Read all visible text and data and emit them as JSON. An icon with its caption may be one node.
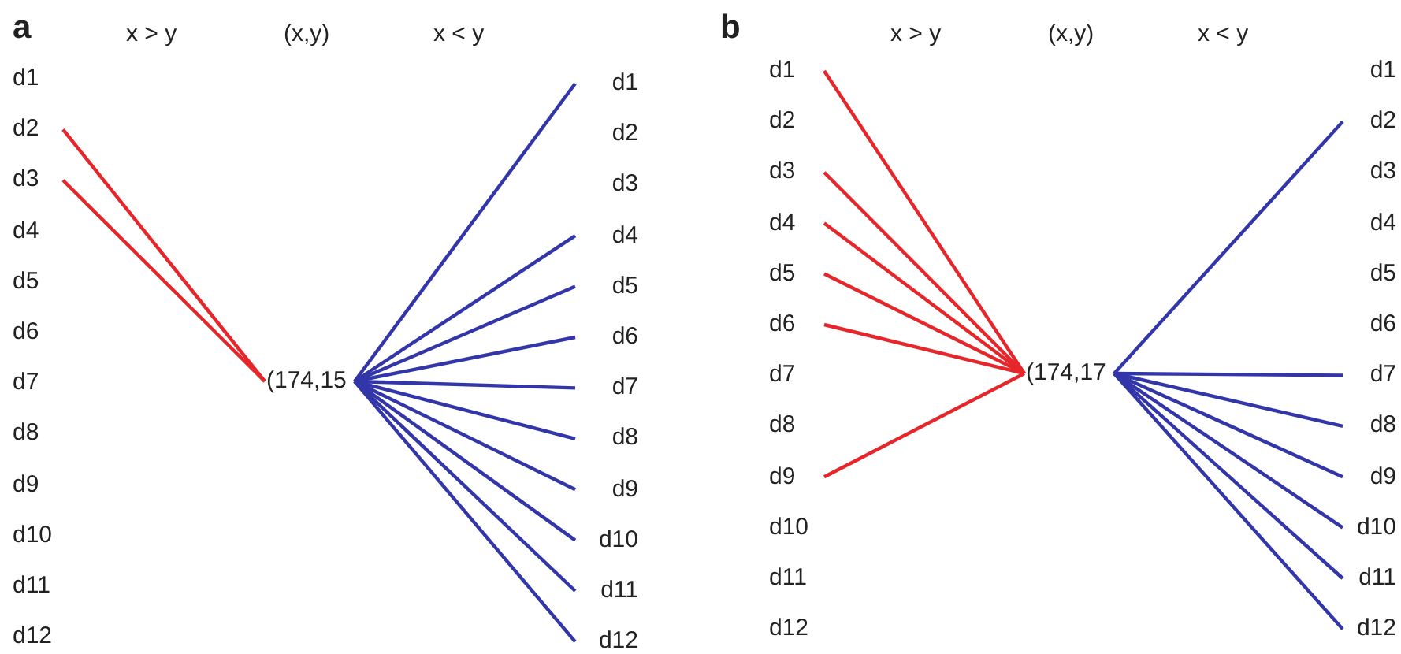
{
  "diagram": {
    "nodes": [
      {
        "text": [
          "d1"
        ]
      },
      {
        "text": [
          "d2"
        ]
      },
      {
        "text": [
          "d3"
        ]
      },
      {
        "text": [
          "d4"
        ]
      },
      {
        "text": [
          "d5"
        ]
      },
      {
        "text": [
          "d6"
        ]
      },
      {
        "text": [
          "d7"
        ]
      },
      {
        "text": [
          "d8"
        ]
      },
      {
        "text": [
          "d9"
        ]
      },
      {
        "text": [
          "d10"
        ]
      },
      {
        "text": [
          "d11"
        ]
      },
      {
        "text": [
          "d12"
        ]
      },
      {
        "text": [
          "(174,15"
        ]
      },
      {
        "text": [
          "d1"
        ]
      },
      {
        "text": [
          "d2"
        ]
      },
      {
        "text": [
          "d3"
        ]
      },
      {
        "text": [
          "d4"
        ]
      },
      {
        "text": [
          "d5"
        ]
      },
      {
        "text": [
          "d6"
        ]
      },
      {
        "text": [
          "d7"
        ]
      },
      {
        "text": [
          "d8"
        ]
      },
      {
        "text": [
          "d9"
        ]
      },
      {
        "text": [
          "d10"
        ]
      },
      {
        "text": [
          "d11"
        ]
      },
      {
        "text": [
          "d12"
        ]
      },
      {
        "text": [
          "d1"
        ]
      },
      {
        "text": [
          "d2"
        ]
      },
      {
        "text": [
          "d3"
        ]
      },
      {
        "text": [
          "d4"
        ]
      },
      {
        "text": [
          "d5"
        ]
      },
      {
        "text": [
          "d6"
        ]
      },
      {
        "text": [
          "d7"
        ]
      },
      {
        "text": [
          "d8"
        ]
      },
      {
        "text": [
          "d9"
        ]
      },
      {
        "text": [
          "d10"
        ]
      },
      {
        "text": [
          "d11"
        ]
      },
      {
        "text": [
          "d12"
        ]
      },
      {
        "text": [
          "(174,17"
        ]
      },
      {
        "text": [
          "d1"
        ]
      },
      {
        "text": [
          "d2"
        ]
      },
      {
        "text": [
          "d3"
        ]
      },
      {
        "text": [
          "d4"
        ]
      },
      {
        "text": [
          "d5"
        ]
      },
      {
        "text": [
          "d6"
        ]
      },
      {
        "text": [
          "d7"
        ]
      },
      {
        "text": [
          "d8"
        ]
      },
      {
        "text": [
          "d9"
        ]
      },
      {
        "text": [
          "d10"
        ]
      },
      {
        "text": [
          "d11"
        ]
      },
      {
        "text": [
          "d12"
        ]
      }
    ],
    "edges": [
      {
        "from": 1,
        "to": 12,
        "arrow": "none",
        "color": "#e5262b"
      },
      {
        "from": 2,
        "to": 12,
        "arrow": "none",
        "color": "#e5262b"
      },
      {
        "from": 12,
        "to": 13,
        "arrow": "none"
      },
      {
        "from": 12,
        "to": 16,
        "arrow": "none"
      },
      {
        "from": 12,
        "to": 17,
        "arrow": "none"
      },
      {
        "from": 12,
        "to": 18,
        "arrow": "none"
      },
      {
        "from": 12,
        "to": 19,
        "arrow": "none"
      },
      {
        "from": 12,
        "to": 20,
        "arrow": "none"
      },
      {
        "from": 12,
        "to": 21,
        "arrow": "none"
      },
      {
        "from": 12,
        "to": 22,
        "arrow": "none"
      },
      {
        "from": 12,
        "to": 23,
        "arrow": "none"
      },
      {
        "from": 12,
        "to": 24,
        "arrow": "none"
      },
      {
        "from": 25,
        "to": 37,
        "arrow": "none",
        "color": "#e5262b"
      },
      {
        "from": 27,
        "to": 37,
        "arrow": "none",
        "color": "#e5262b"
      },
      {
        "from": 28,
        "to": 37,
        "arrow": "none",
        "color": "#e5262b"
      },
      {
        "from": 29,
        "to": 37,
        "arrow": "none",
        "color": "#e5262b"
      },
      {
        "from": 30,
        "to": 37,
        "arrow": "none",
        "color": "#e5262b"
      },
      {
        "from": 33,
        "to": 37,
        "arrow": "none",
        "color": "#e5262b"
      },
      {
        "from": 37,
        "to": 39,
        "arrow": "none"
      },
      {
        "from": 37,
        "to": 44,
        "arrow": "none"
      },
      {
        "from": 37,
        "to": 45,
        "arrow": "none"
      },
      {
        "from": 37,
        "to": 46,
        "arrow": "none"
      },
      {
        "from": 37,
        "to": 47,
        "arrow": "none"
      },
      {
        "from": 37,
        "to": 48,
        "arrow": "none"
      },
      {
        "from": 37,
        "to": 49,
        "arrow": "none"
      }
    ],
    "labels": [
      "a",
      "x > y",
      "(x,y)",
      "x < y",
      "b",
      "x > y",
      "(x,y)",
      "x < y"
    ]
  }
}
